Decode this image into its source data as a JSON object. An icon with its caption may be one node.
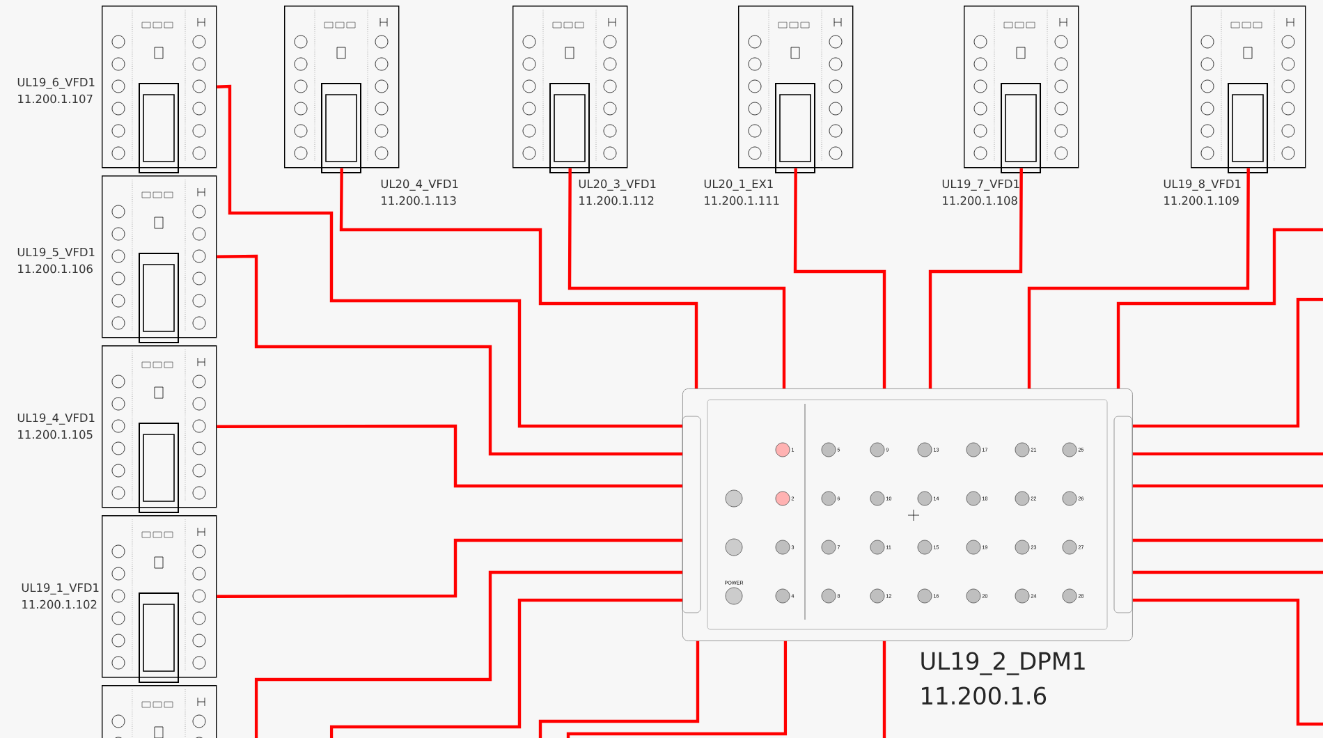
{
  "diagram": {
    "nodes": [
      {
        "text": [
          "UL19_6_VFD1",
          "11.200.1.107"
        ]
      },
      {
        "text": [
          "UL20_4_VFD1",
          "11.200.1.113"
        ]
      },
      {
        "text": [
          "UL20_3_VFD1",
          "11.200.1.112"
        ]
      },
      {
        "text": [
          "UL20_1_EX1",
          "11.200.1.111"
        ]
      },
      {
        "text": [
          "UL19_7_VFD1",
          "11.200.1.108"
        ]
      },
      {
        "text": [
          "UL19_8_VFD1",
          "11.200.1.109"
        ]
      },
      {
        "text": [
          "UL19_5_VFD1",
          "11.200.1.106"
        ]
      },
      {
        "text": [
          "UL19_4_VFD1",
          "11.200.1.105"
        ]
      },
      {
        "text": [
          "UL19_1_VFD1",
          "11.200.1.102"
        ]
      },
      {
        "text": [
          "UL19_2_DPM1",
          "11.200.1.6"
        ]
      },
      {
        "text": [],
        "shape": "picture"
      }
    ],
    "edges": [
      {
        "from": 0,
        "to": 9,
        "arrow": "none"
      },
      {
        "from": 6,
        "to": 9,
        "arrow": "none"
      },
      {
        "from": 7,
        "to": 9,
        "arrow": "none"
      },
      {
        "from": 8,
        "to": 9,
        "arrow": "none"
      },
      {
        "from": 1,
        "to": 9,
        "arrow": "none"
      },
      {
        "from": 2,
        "to": 9,
        "arrow": "none"
      },
      {
        "from": 3,
        "to": 9,
        "arrow": "none"
      },
      {
        "from": 4,
        "to": 9,
        "arrow": "none"
      },
      {
        "from": 5,
        "to": 9,
        "arrow": "none"
      },
      {
        "from": null,
        "to": 9,
        "arrow": "none"
      },
      {
        "from": null,
        "to": 9,
        "arrow": "none"
      },
      {
        "from": null,
        "to": 9,
        "arrow": "none"
      },
      {
        "from": null,
        "to": 9,
        "arrow": "none"
      },
      {
        "from": null,
        "to": 9,
        "arrow": "none"
      },
      {
        "from": null,
        "to": 9,
        "arrow": "none"
      },
      {
        "from": null,
        "to": 9,
        "arrow": "none"
      },
      {
        "from": null,
        "to": 9,
        "arrow": "none"
      },
      {
        "from": null,
        "to": 9,
        "arrow": "none"
      },
      {
        "from": null,
        "to": 9,
        "arrow": "none"
      },
      {
        "from": null,
        "to": 9,
        "arrow": "none"
      },
      {
        "from": null,
        "to": 9,
        "arrow": "none"
      }
    ],
    "labels": [
      "1",
      "2",
      "3",
      "4",
      "5",
      "6",
      "7",
      "8",
      "9",
      "10",
      "11",
      "12",
      "13",
      "14",
      "15",
      "16",
      "17",
      "18",
      "19",
      "20",
      "21",
      "22",
      "23",
      "24",
      "25",
      "26",
      "27",
      "28",
      "POWER"
    ]
  }
}
